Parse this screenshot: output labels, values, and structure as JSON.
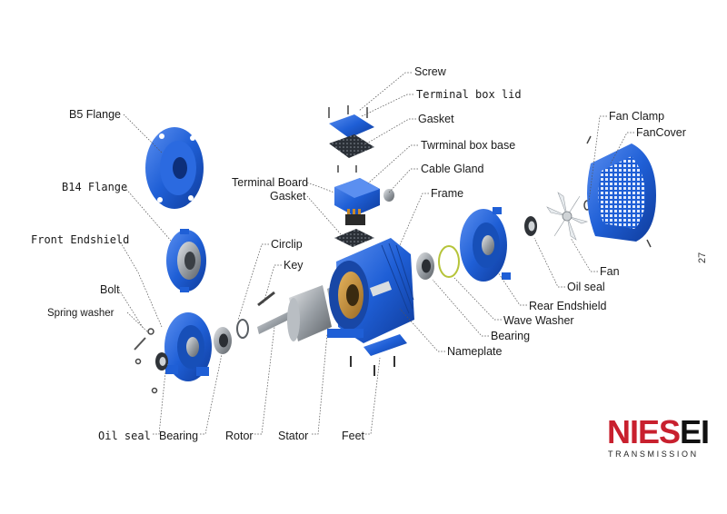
{
  "colors": {
    "part_blue": "#1f5fd6",
    "part_blue_dark": "#0f3b9a",
    "part_blue_light": "#5b8ff0",
    "metal": "#9aa0a6",
    "brand_red": "#c8202e",
    "brand_black": "#111111"
  },
  "page_number": "27",
  "brand": {
    "name_part1": "NIES",
    "name_part2": "EI",
    "subtitle": "TRANSMISSION"
  },
  "labels": {
    "screw": "Screw",
    "terminal_box_lid": "Terminal box lid",
    "gasket_top": "Gasket",
    "terminal_box_base": "Twrminal box base",
    "cable_gland": "Cable Gland",
    "frame": "Frame",
    "terminal_board": "Terminal Board",
    "gasket_mid": "Gasket",
    "b5_flange": "B5 Flange",
    "b14_flange": "B14 Flange",
    "front_endshield": "Front Endshield",
    "circlip": "Circlip",
    "key": "Key",
    "bolt": "Bolt",
    "spring_washer": "Spring washer",
    "fan_clamp": "Fan Clamp",
    "fan_cover": "FanCover",
    "oil_seal_right": "Oil seal",
    "fan": "Fan",
    "rear_endshield": "Rear Endshield",
    "wave_washer": "Wave Washer",
    "bearing_right": "Bearing",
    "nameplate": "Nameplate",
    "oil_seal_bottom": "Oil seal",
    "bearing_bottom": "Bearing",
    "rotor": "Rotor",
    "stator": "Stator",
    "feet": "Feet"
  }
}
